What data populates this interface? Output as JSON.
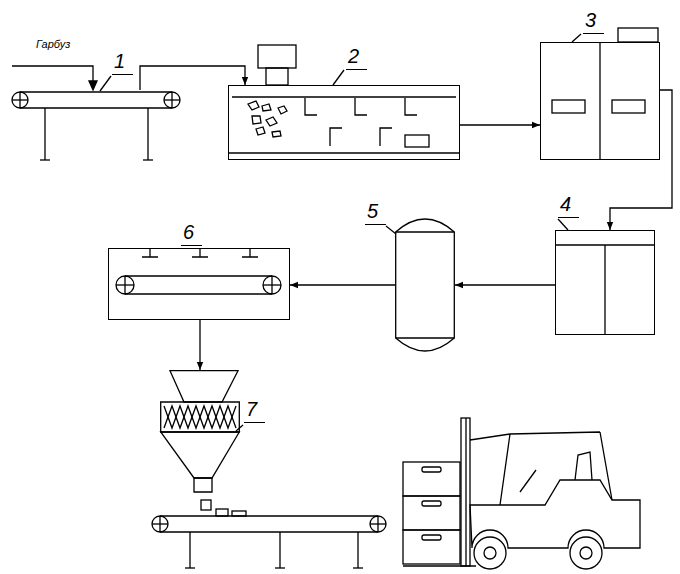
{
  "diagram": {
    "nodes": [
      {
        "text": [
          "1"
        ]
      },
      {
        "text": [
          "2"
        ]
      },
      {
        "text": [
          "3"
        ]
      },
      {
        "text": [
          "4"
        ]
      },
      {
        "text": [
          "5"
        ]
      },
      {
        "text": [
          "6"
        ]
      },
      {
        "text": [
          "7"
        ]
      }
    ],
    "edges": [
      {
        "from": 0,
        "to": 1,
        "arrow": "to"
      },
      {
        "from": 1,
        "to": 2,
        "arrow": "to"
      },
      {
        "from": 2,
        "to": 3,
        "arrow": "to"
      },
      {
        "from": 3,
        "to": 4,
        "arrow": "to"
      },
      {
        "from": 4,
        "to": 5,
        "arrow": "to"
      },
      {
        "from": 5,
        "to": 6,
        "arrow": "to"
      }
    ],
    "labels": [
      "Гарбуз"
    ]
  }
}
